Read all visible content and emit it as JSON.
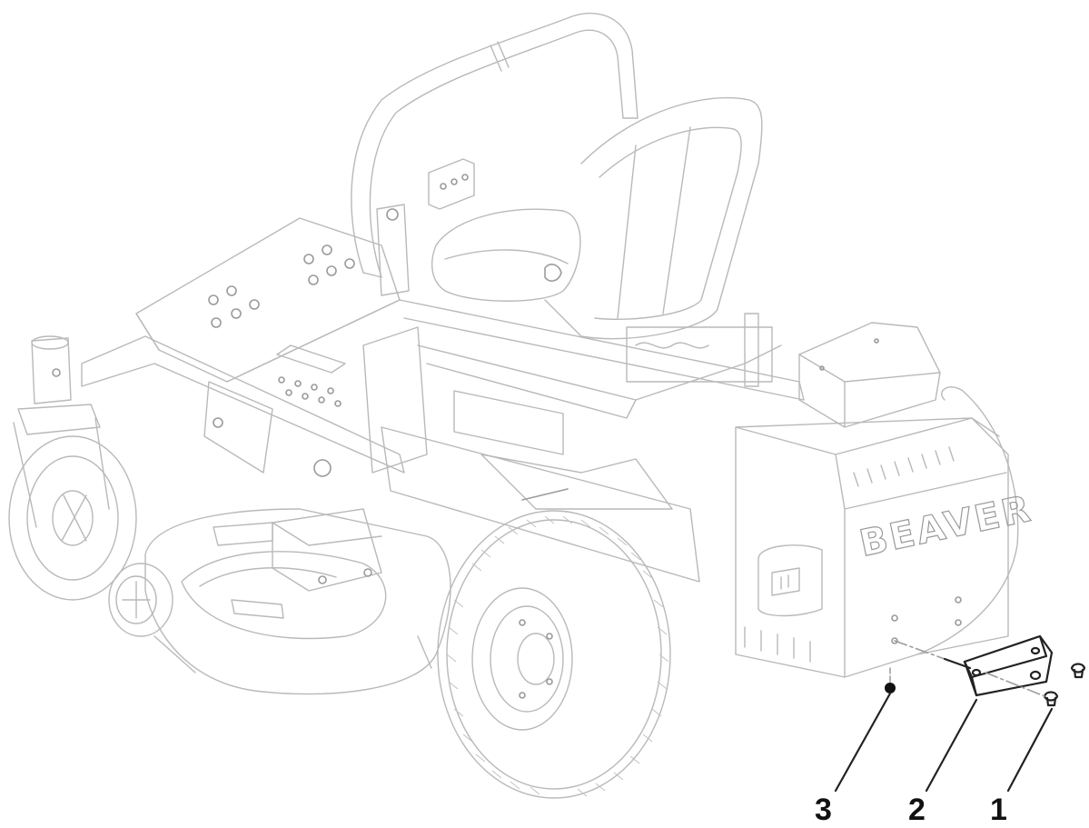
{
  "diagram": {
    "brand_label": "BEAVER",
    "callouts": [
      {
        "id": "1",
        "label": "1"
      },
      {
        "id": "2",
        "label": "2"
      },
      {
        "id": "3",
        "label": "3"
      }
    ]
  }
}
